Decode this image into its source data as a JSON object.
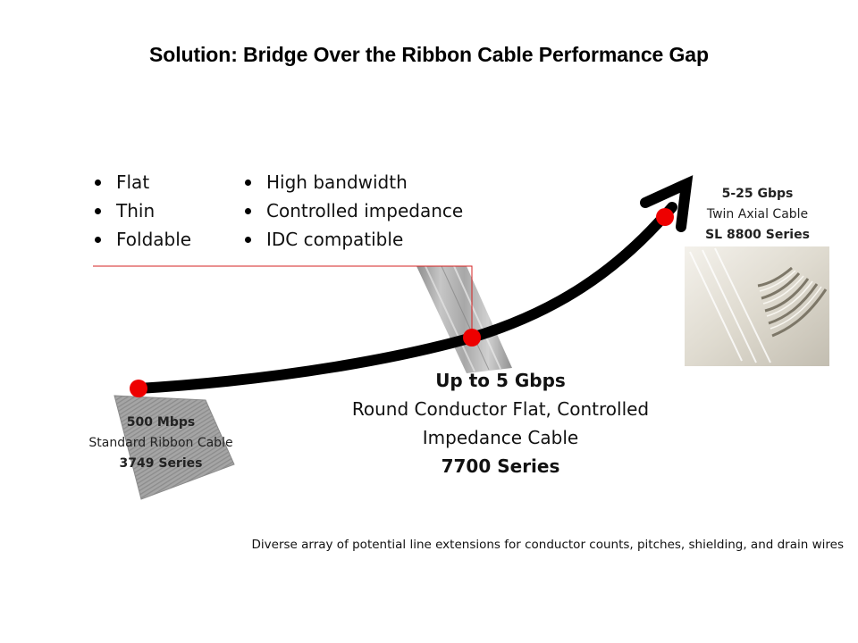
{
  "title": "Solution: Bridge Over the Ribbon Cable Performance Gap",
  "bullets_left": [
    "Flat",
    "Thin",
    "Foldable"
  ],
  "bullets_right": [
    "High bandwidth",
    "Controlled impedance",
    "IDC compatible"
  ],
  "points": [
    {
      "speed": "500 Mbps",
      "description": "Standard Ribbon Cable",
      "series": "3749 Series"
    },
    {
      "speed": "Up to 5 Gbps",
      "description_line1": "Round Conductor Flat, Controlled",
      "description_line2": "Impedance Cable",
      "series": "7700 Series"
    },
    {
      "speed": "5-25 Gbps",
      "description": "Twin Axial Cable",
      "series": "SL 8800 Series"
    }
  ],
  "footnote": "Diverse array of potential line extensions for conductor counts, pitches, shielding, and drain wires",
  "colors": {
    "marker": "#ee0000",
    "arrow": "#000000",
    "connector": "#d42020",
    "cable_gray": "#9a9a9a"
  }
}
